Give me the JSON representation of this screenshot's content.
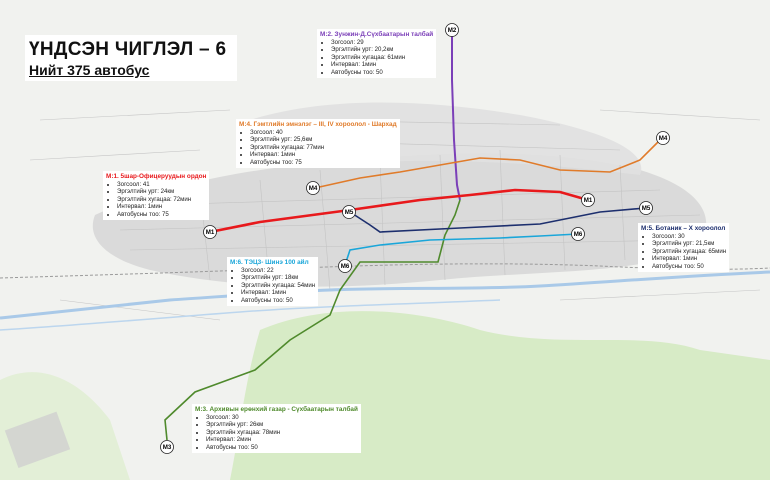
{
  "title": "ҮНДСЭН ЧИГЛЭЛ – 6",
  "subtitle": "Нийт 375 автобус",
  "colors": {
    "M1": "#e8191c",
    "M2": "#7b3fb8",
    "M3": "#4f8a2c",
    "M4": "#e07b2a",
    "M5": "#1d2f6e",
    "M6": "#1aa6d9"
  },
  "routes": [
    {
      "id": "M1",
      "label": "M:1. 5шар-Офицеруудын ордон",
      "details": [
        "Зогсоол: 41",
        "Эргэлтийн урт: 24км",
        "Эргэлтийн хугацаа: 72мин",
        "Интервал: 1мин",
        "Автобусны тоо: 75"
      ]
    },
    {
      "id": "M2",
      "label": "М:2. Зунжин-Д.Сүхбаатарын талбай",
      "details": [
        "Зогсоол: 29",
        "Эргэлтийн урт: 20,2км",
        "Эргэлтийн хугацаа: 61мин",
        "Интервал: 1мин",
        "Автобусны тоо: 50"
      ]
    },
    {
      "id": "M3",
      "label": "М:3. Архивын ерөнхий газар - Сүхбаатарын талбай",
      "details": [
        "Зогсоол: 30",
        "Эргэлтийн урт: 26км",
        "Эргэлтийн хугацаа: 78мин",
        "Интервал: 2мин",
        "Автобусны тоо: 50"
      ]
    },
    {
      "id": "M4",
      "label": "М:4. Гэмтлийн эмнэлэг – III, IV хороолол - Шархад",
      "details": [
        "Зогсоол: 40",
        "Эргэлтийн урт: 25,6км",
        "Эргэлтийн хугацаа: 77мин",
        "Интервал: 1мин",
        "Автобусны тоо: 75"
      ]
    },
    {
      "id": "M5",
      "label": "М:5. Ботаник – X хороолол",
      "details": [
        "Зогсоол: 30",
        "Эргэлтийн урт: 21,5км",
        "Эргэлтийн хугацаа: 65мин",
        "Интервал: 1мин",
        "Автобусны тоо: 50"
      ]
    },
    {
      "id": "M6",
      "label": "М:6. ТЭЦ3- Шинэ 100 айл",
      "details": [
        "Зогсоол: 22",
        "Эргэлтийн урт: 18км",
        "Эргэлтийн хугацаа: 54мин",
        "Интервал: 1мин",
        "Автобусны тоо: 50"
      ]
    }
  ],
  "markers": [
    "M1",
    "M1",
    "M2",
    "M3",
    "M4",
    "M4",
    "M5",
    "M5",
    "M6",
    "M6"
  ]
}
